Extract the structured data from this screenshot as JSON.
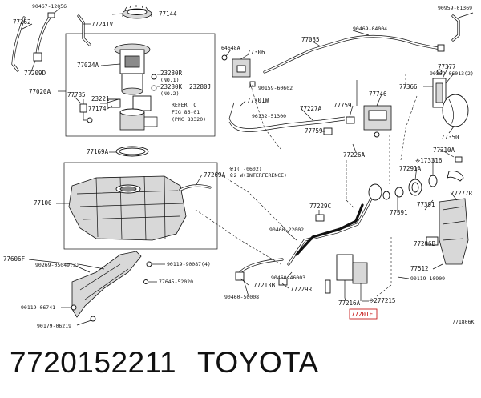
{
  "diagram": {
    "callouts": {
      "c90467_12056": "90467-12056",
      "c77144": "77144",
      "c90959_01369": "90959-01369",
      "c77262": "77262",
      "c77241v": "77241V",
      "c90469_04004": "90469-04004",
      "c77035": "77035",
      "c64648a": "64648A",
      "c77306": "77306",
      "c77209d": "77209D",
      "c77024a": "77024A",
      "c77377": "77377",
      "c90269_06013": "90269-06013(2)",
      "c77020a": "77020A",
      "c23280r": "23280R",
      "c23280r_no": "(NO.1)",
      "c23280k": "23280K",
      "c23280j": "23280J",
      "c23280k_no": "(NO.2)",
      "c90159_60602": "90159-60602",
      "c77366": "77366",
      "c77785": "77785",
      "c23221": "23221",
      "c77701w": "77701W",
      "c77174": "77174",
      "c77759a": "77759",
      "c77746": "77746",
      "c77227a": "77227A",
      "refer1": "REFER TO",
      "refer2": "FIG 86-01",
      "refer3": "(PNC 83320)",
      "c96132": "96132-51300",
      "c77759b": "77759",
      "c77350": "77350",
      "c77226a": "77226A",
      "c77310a": "77310A",
      "c77169a": "77169A",
      "c173316": "※173316",
      "c77291a": "77291A",
      "note1": "※1(    -0602)",
      "note2": "※2 W(INTERFERENCE)",
      "c77269a": "77269A",
      "c77100": "77100",
      "c77229c": "77229C",
      "c77277r": "77277R",
      "c77391a": "77391",
      "c77391b": "77391",
      "c90460_22002": "90460-22002",
      "c77296b": "77296B",
      "c77606f": "77606F",
      "c90269_05049": "90269-05049(3)",
      "c90119_90087": "90119-90087(4)",
      "c77512": "77512",
      "c90460_46003": "90460-46003",
      "c90119_10909": "90119-10909",
      "c77645": "77645-52020",
      "c77213b": "77213B",
      "c77229r": "77229R",
      "c277215": "※277215",
      "c90119_06741": "90119-06741",
      "c90460_50008": "90460-50008",
      "c77216a": "77216A",
      "c77201e": "77201E",
      "c90179_06219": "90179-06219",
      "fig_code": "771806K"
    }
  },
  "footer": {
    "part_number": "7720152211",
    "brand": "TOYOTA"
  },
  "colors": {
    "ink": "#111111",
    "highlight": "#c00000",
    "shade": "#d8d8d8"
  }
}
